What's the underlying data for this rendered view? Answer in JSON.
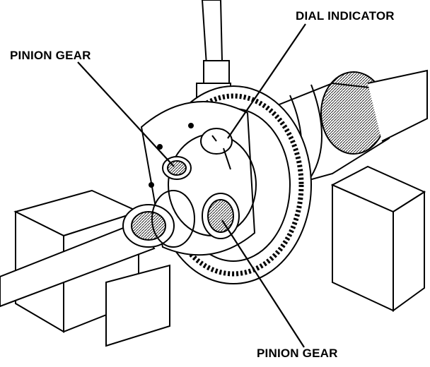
{
  "labels": {
    "dial_indicator": "DIAL INDICATOR",
    "pinion_gear_top": "PINION GEAR",
    "pinion_gear_bottom": "PINION GEAR"
  },
  "colors": {
    "ink": "#000000",
    "paper": "#ffffff"
  }
}
